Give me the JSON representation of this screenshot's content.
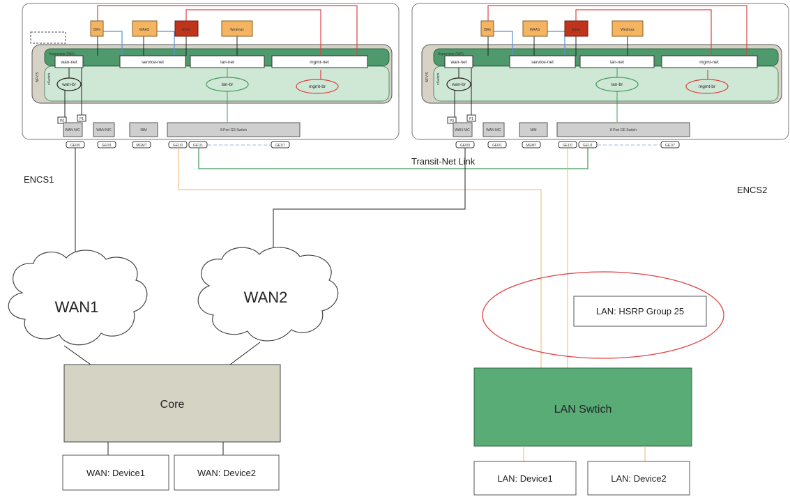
{
  "encs": [
    {
      "label": "ENCS1",
      "vnfs": [
        "ISRv",
        "WAAS",
        "ASAv",
        "Wedmax"
      ],
      "top_nets": [
        "wan-net",
        "service-net",
        "lan-net",
        "mgmt-net"
      ],
      "bridges": [
        "wan-br",
        "lan-br",
        "mgmt-br"
      ],
      "hypervisor_label": "Hypervisor (NIS)",
      "vswitch_label": "vSwitch",
      "nfvis_label": "NFVIS",
      "port_labels": [
        "P0",
        "P1"
      ],
      "nics": [
        "WAN NIC",
        "WAN NIC",
        "NIM",
        "8 Port GE Switch"
      ],
      "ports": [
        "GE0/0",
        "GE0/1",
        "MGMT",
        "GE1/0",
        "GE1/1",
        "GE1/7"
      ]
    },
    {
      "label": "ENCS2",
      "vnfs": [
        "ISRv",
        "WAAS",
        "ASAv",
        "Wedmax"
      ],
      "top_nets": [
        "wan-net",
        "service-net",
        "lan-net",
        "mgmt-net"
      ],
      "bridges": [
        "wan-br",
        "lan-br",
        "mgmt-br"
      ],
      "hypervisor_label": "Hypervisor (NIS)",
      "vswitch_label": "vSwitch",
      "nfvis_label": "NFVIS",
      "port_labels": [
        "P0",
        "P1"
      ],
      "nics": [
        "WAN NIC",
        "WAN NIC",
        "NIM",
        "8 Port GE Switch"
      ],
      "ports": [
        "GE0/0",
        "GE0/1",
        "MGMT",
        "GE1/0",
        "GE1/1",
        "GE1/7"
      ]
    }
  ],
  "transit_link_label": "Transit-Net Link",
  "wan_clouds": [
    "WAN1",
    "WAN2"
  ],
  "core_label": "Core",
  "wan_devices": [
    "WAN: Device1",
    "WAN: Device2"
  ],
  "hsrp_label": "LAN: HSRP Group 25",
  "lan_switch_label": "LAN Swtich",
  "lan_devices": [
    "LAN: Device1",
    "LAN: Device2"
  ],
  "colors": {
    "vnf_orange": "#f5b560",
    "vnf_red": "#c0341c",
    "nfvis_green": "#cfe8d6",
    "hypervisor_green": "#4f9a6c",
    "outer_gray": "#d6d3c6",
    "core_fill": "#d5d3c3",
    "lan_switch_fill": "#5aac77",
    "red_link": "#e04040",
    "blue_link": "#5b8fd6",
    "orange_link": "#f2b36b",
    "green_link": "#3e9a5a"
  }
}
